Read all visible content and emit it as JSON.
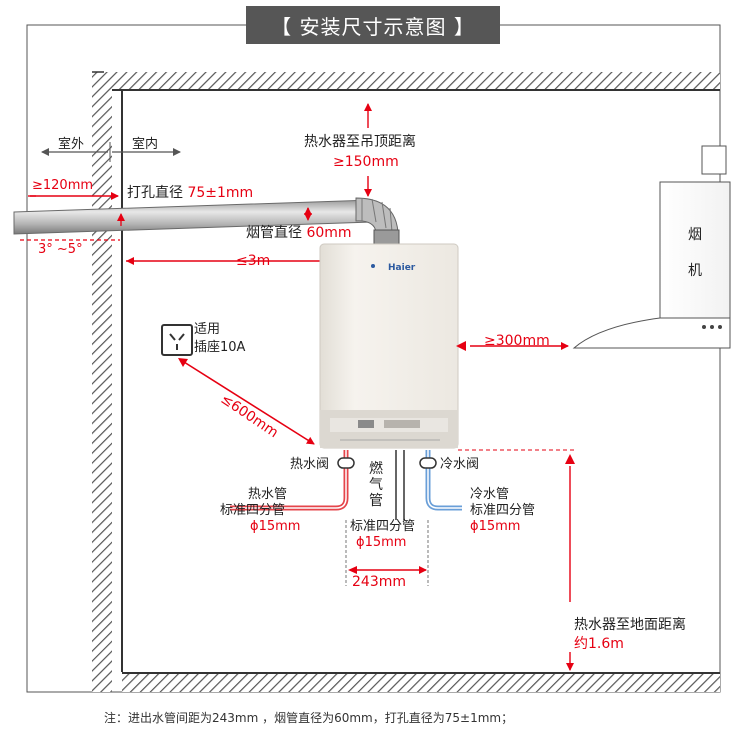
{
  "title": "【 安装尺寸示意图 】",
  "outdoor": "室外",
  "indoor": "室内",
  "wall_depth": "≥120mm",
  "hole_label": "打孔直径",
  "hole_value": "75±1mm",
  "slope": "3° ~5°",
  "flue_label": "烟管直径",
  "flue_value": "60mm",
  "flue_length": "≤3m",
  "ceiling_label": "热水器至吊顶距离",
  "ceiling_value": "≥150mm",
  "brand": "Haier",
  "hood_chars": [
    "烟",
    "机"
  ],
  "hood_distance": "≥300mm",
  "socket_line1": "适用",
  "socket_line2": "插座10A",
  "socket_distance": "≤600mm",
  "hot_valve": "热水阀",
  "cold_valve": "冷水阀",
  "gas_pipe_chars": [
    "燃",
    "气",
    "管"
  ],
  "hot_pipe": [
    "热水管",
    "标准四分管",
    "ϕ15mm"
  ],
  "cold_pipe": [
    "冷水管",
    "标准四分管",
    "ϕ15mm"
  ],
  "gas_spec": [
    "标准四分管",
    "ϕ15mm"
  ],
  "pipe_spacing": "243mm",
  "floor_label": "热水器至地面距离",
  "floor_value": "约1.6m",
  "footnote": "注：进出水管间距为243mm ，烟管直径为60mm，打孔直径为75±1mm；",
  "colors": {
    "accent": "#e60012",
    "banner": "#565656",
    "hot": "#e5454b",
    "cold": "#6a9fd8"
  }
}
